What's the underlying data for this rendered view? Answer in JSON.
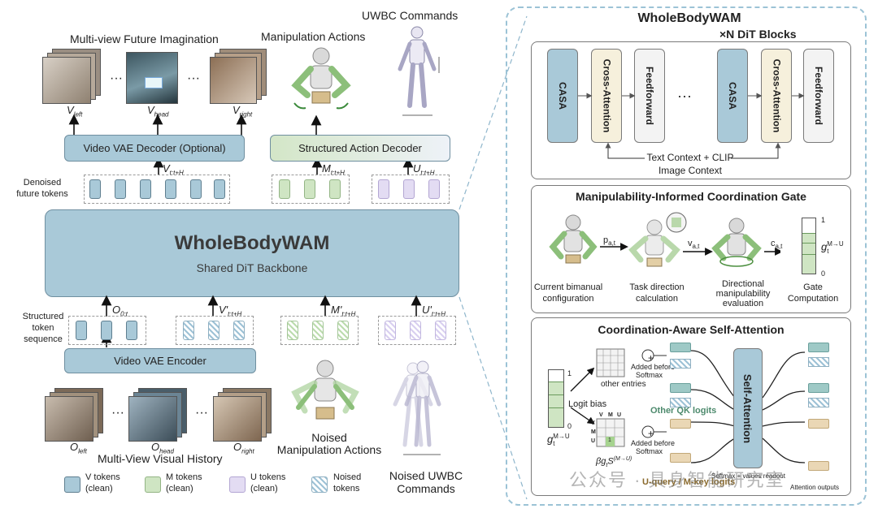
{
  "left": {
    "top_labels": {
      "future": "Multi-view Future Imagination",
      "manip": "Manipulation Actions",
      "uwbc": "UWBC Commands"
    },
    "dots": "···",
    "v_labels": {
      "left": "V",
      "left_sub": "left",
      "head": "V",
      "head_sub": "head",
      "right": "V",
      "right_sub": "right"
    },
    "decoder_vae": "Video VAE Decoder (Optional)",
    "decoder_action": "Structured Action Decoder",
    "out_v": {
      "base": "V",
      "sub": "t:t+H"
    },
    "out_m": {
      "base": "M",
      "sub": "t:t+H"
    },
    "out_u": {
      "base": "U",
      "sub": "t:t+H"
    },
    "denoised_label_1": "Denoised",
    "denoised_label_2": "future tokens",
    "backbone_title": "WholeBodyWAM",
    "backbone_sub": "Shared DiT Backbone",
    "in_o": {
      "base": "O",
      "sub": "0:t"
    },
    "in_v": {
      "base": "V'",
      "sub": "t:t+H"
    },
    "in_m": {
      "base": "M'",
      "sub": "t:t+H"
    },
    "in_u": {
      "base": "U'",
      "sub": "t:t+H"
    },
    "structured_1": "Structured",
    "structured_2": "token",
    "structured_3": "sequence",
    "encoder": "Video VAE Encoder",
    "o_labels": {
      "left": "O",
      "left_sub": "left",
      "head": "O",
      "head_sub": "head",
      "right": "O",
      "right_sub": "right"
    },
    "history": "Multi-View Visual History",
    "noised_manip_1": "Noised",
    "noised_manip_2": "Manipulation Actions",
    "noised_uwbc_1": "Noised UWBC",
    "noised_uwbc_2": "Commands",
    "legend": [
      {
        "l1": "V tokens",
        "l2": "(clean)"
      },
      {
        "l1": "M tokens",
        "l2": "(clean)"
      },
      {
        "l1": "U tokens",
        "l2": "(clean)"
      },
      {
        "l1": "Noised",
        "l2": "tokens"
      }
    ]
  },
  "right": {
    "title": "WholeBodyWAM",
    "blocks": "×N DiT Blocks",
    "casa": "CASA",
    "cross": "Cross-Attention",
    "ff": "Feedforward",
    "dots": "···",
    "context_1": "Text Context + CLIP",
    "context_2": "Image Context",
    "gate_title": "Manipulability-Informed Coordination Gate",
    "p_label": "p",
    "p_sub": "a,t",
    "v_label": "v",
    "v_sub": "a,t",
    "c_label": "c",
    "c_sub": "a,t",
    "current_1": "Current bimanual",
    "current_2": "configuration",
    "task_1": "Task direction",
    "task_2": "calculation",
    "dir_1": "Directional",
    "dir_2": "manipulability",
    "dir_3": "evaluation",
    "gate_1": "Gate",
    "gate_2": "Computation",
    "gauge_top": "1",
    "gauge_bottom": "0",
    "g_sym": "g",
    "g_sub": "t",
    "g_sup": "M→U",
    "csa_title": "Coordination-Aware Self-Attention",
    "logit_bias": "Logit bias",
    "other_entries": "other entries",
    "one": "1",
    "zero": "0",
    "added_1": "Added before",
    "added_2": "Softmax",
    "other_qk": "Other QK logits",
    "beta_label": "βg",
    "beta_sub": "t",
    "beta_s": "S",
    "beta_sup": "(M→U)",
    "uquery": "U-query / M-key logits",
    "self_attn": "Self-Attention",
    "softmax_1": "Softmax + values readout",
    "attn_out": "Attention outputs",
    "matrix_headers": [
      "V",
      "M",
      "U"
    ],
    "matrix_cell": "1",
    "plus": "+"
  },
  "watermark": "公众号 · 具身智能研究室"
}
